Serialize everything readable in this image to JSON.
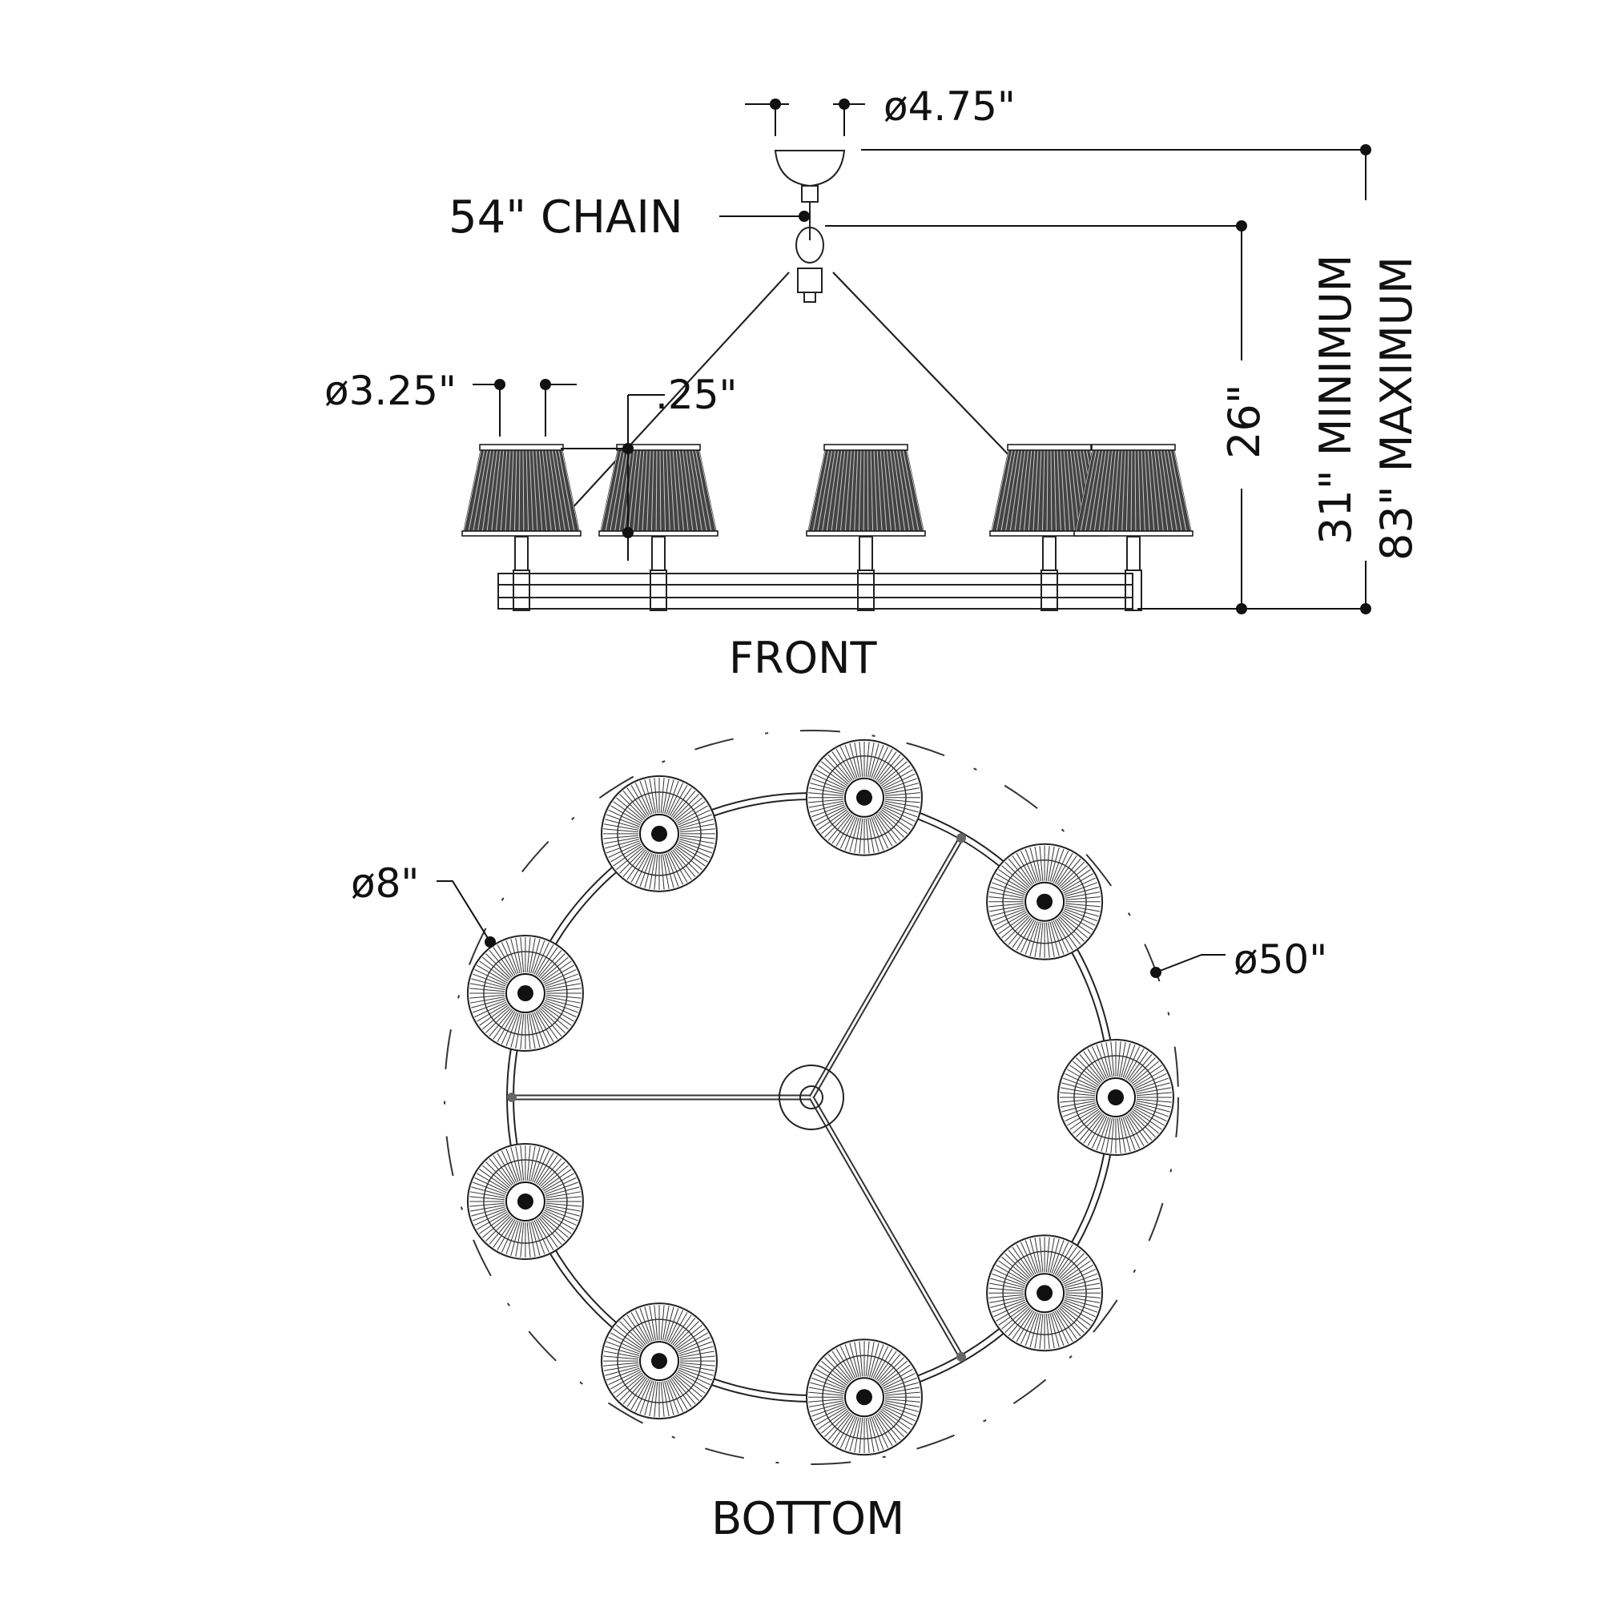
{
  "front_view": {
    "title": "FRONT",
    "canopy_diameter": "ø4.75\"",
    "chain_label": "54\" CHAIN",
    "shade_top_diameter": "ø3.25\"",
    "offset_label": ".25\"",
    "body_height": "26\"",
    "overall_min": "31\" MINIMUM",
    "overall_max": "83\" MAXIMUM"
  },
  "bottom_view": {
    "title": "BOTTOM",
    "shade_diameter": "ø8\"",
    "overall_diameter": "ø50\"",
    "shade_count": 9
  },
  "colors": {
    "ink": "#111111",
    "background": "#ffffff"
  }
}
